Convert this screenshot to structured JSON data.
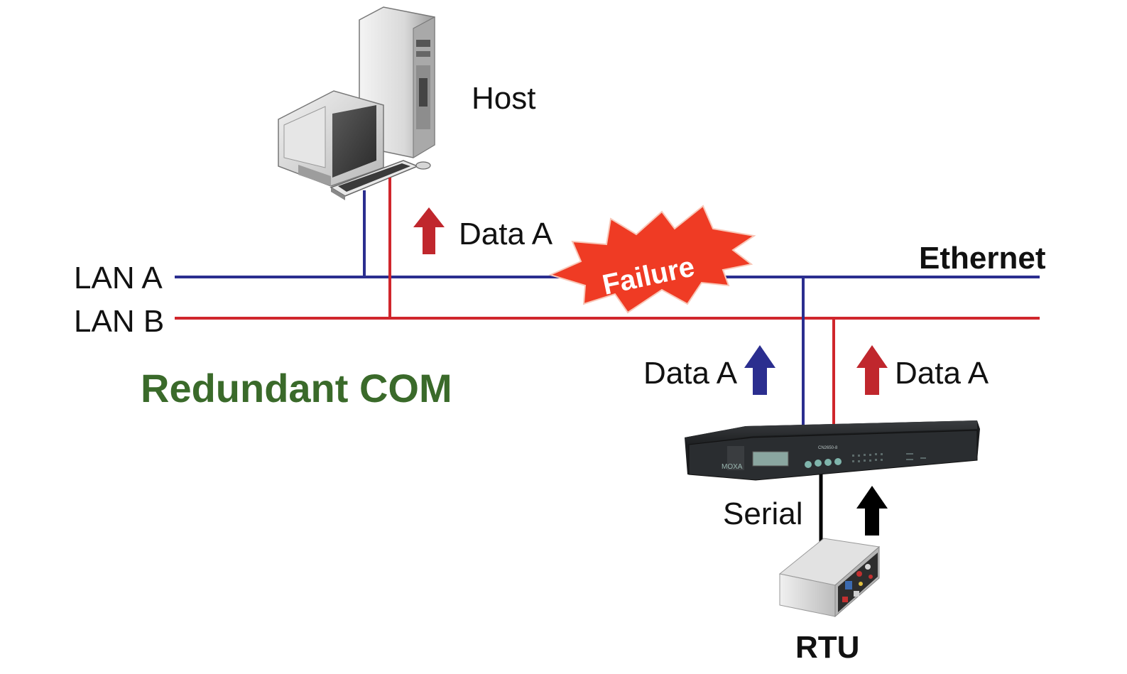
{
  "labels": {
    "host": "Host",
    "lan_a": "LAN A",
    "lan_b": "LAN B",
    "ethernet": "Ethernet",
    "failure": "Failure",
    "title": "Redundant COM",
    "data_host": "Data A",
    "data_left": "Data A",
    "data_right": "Data A",
    "serial": "Serial",
    "rtu": "RTU",
    "device_model": "CN2650-8",
    "device_brand": "MOXA"
  },
  "colors": {
    "lan_a": "#2b2e8f",
    "lan_b": "#d0262c",
    "title": "#3a6a2a",
    "failure_fill": "#ef3b24",
    "arrow_black": "#000000"
  }
}
